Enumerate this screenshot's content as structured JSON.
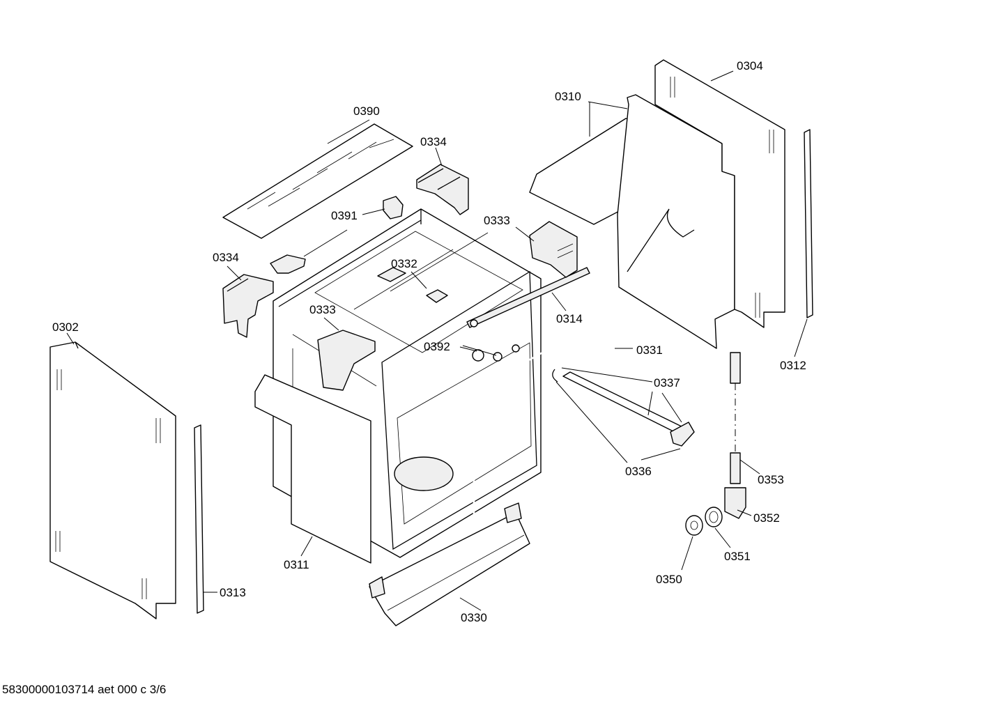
{
  "parts": [
    {
      "id": "label-0390",
      "text": "0390"
    },
    {
      "id": "label-0334-top",
      "text": "0334"
    },
    {
      "id": "label-0391",
      "text": "0391"
    },
    {
      "id": "label-0334-left",
      "text": "0334"
    },
    {
      "id": "label-0332",
      "text": "0332"
    },
    {
      "id": "label-0333-left",
      "text": "0333"
    },
    {
      "id": "label-0333-right",
      "text": "0333"
    },
    {
      "id": "label-0302",
      "text": "0302"
    },
    {
      "id": "label-0392",
      "text": "0392"
    },
    {
      "id": "label-0314",
      "text": "0314"
    },
    {
      "id": "label-0310",
      "text": "0310"
    },
    {
      "id": "label-0304",
      "text": "0304"
    },
    {
      "id": "label-0312",
      "text": "0312"
    },
    {
      "id": "label-0331",
      "text": "0331"
    },
    {
      "id": "label-0337",
      "text": "0337"
    },
    {
      "id": "label-0336",
      "text": "0336"
    },
    {
      "id": "label-0353",
      "text": "0353"
    },
    {
      "id": "label-0352",
      "text": "0352"
    },
    {
      "id": "label-0351",
      "text": "0351"
    },
    {
      "id": "label-0350",
      "text": "0350"
    },
    {
      "id": "label-0311",
      "text": "0311"
    },
    {
      "id": "label-0313",
      "text": "0313"
    },
    {
      "id": "label-0330",
      "text": "0330"
    }
  ],
  "footer": {
    "text": "58300000103714 aet 000 c 3/6"
  }
}
